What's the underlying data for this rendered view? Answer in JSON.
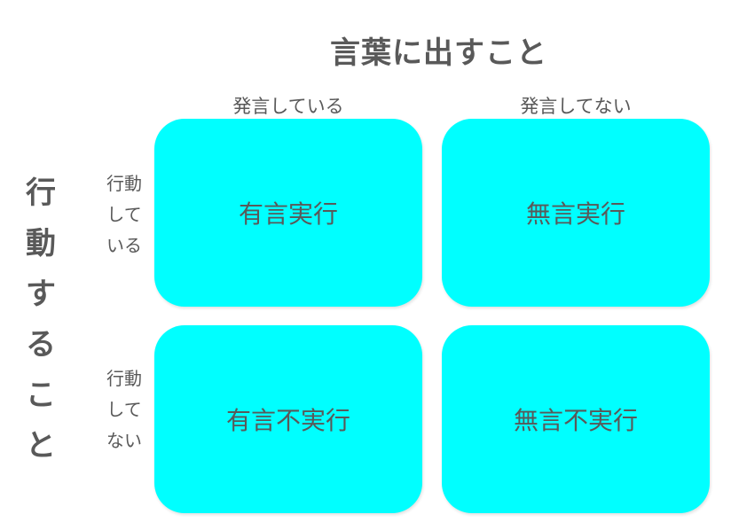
{
  "x_axis_title": "言葉に出すこと",
  "y_axis_title_chars": [
    "行",
    "動",
    "す",
    "る",
    "こ",
    "と"
  ],
  "columns": [
    {
      "label": "発言している"
    },
    {
      "label": "発言してない"
    }
  ],
  "rows": [
    {
      "lines": [
        "行動",
        "して",
        "いる"
      ]
    },
    {
      "lines": [
        "行動",
        "して",
        "ない"
      ]
    }
  ],
  "cells": [
    {
      "label": "有言実行"
    },
    {
      "label": "無言実行"
    },
    {
      "label": "有言不実行"
    },
    {
      "label": "無言不実行"
    }
  ],
  "colors": {
    "cell_fill": "#00ffff",
    "text": "#595959"
  }
}
